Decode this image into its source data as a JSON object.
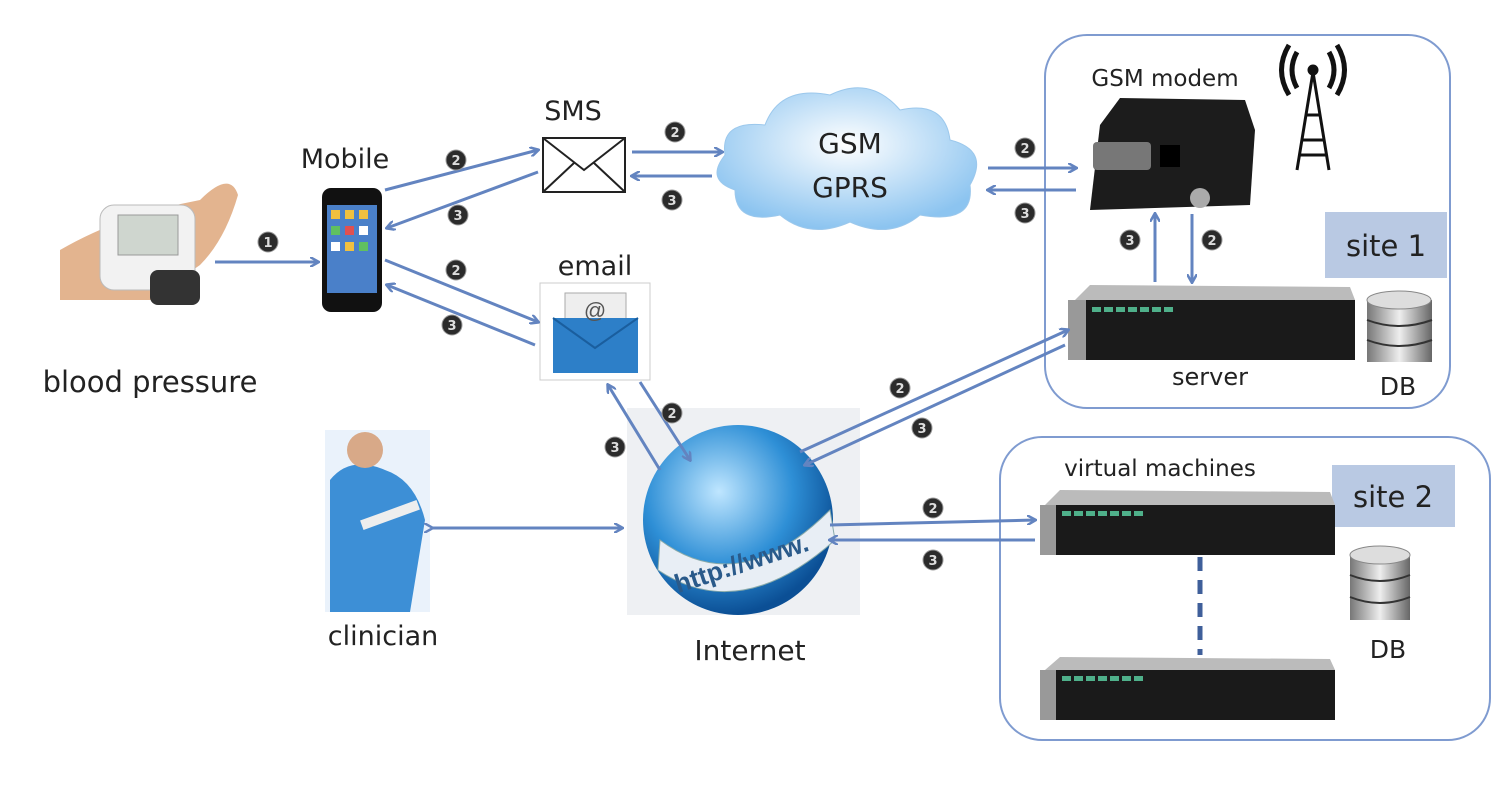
{
  "colors": {
    "arrow": "#6384c0",
    "site_box_border": "#7f9bd0",
    "site_label_bg": "#b9c9e3",
    "badge": "#2b2b2b"
  },
  "labels": {
    "blood_pressure": "blood pressure",
    "mobile": "Mobile",
    "sms": "SMS",
    "email": "email",
    "cloud_line1": "GSM",
    "cloud_line2": "GPRS",
    "gsm_modem": "GSM modem",
    "site1": "site 1",
    "server": "server",
    "db1": "DB",
    "virtual_machines": "virtual machines",
    "site2": "site 2",
    "db2": "DB",
    "clinician": "clinician",
    "internet": "Internet",
    "globe_text": "http://www."
  },
  "badges": [
    "1",
    "2",
    "3",
    "2",
    "3",
    "2",
    "3",
    "3",
    "2",
    "2",
    "3",
    "2",
    "3",
    "2",
    "3",
    "2",
    "3"
  ]
}
